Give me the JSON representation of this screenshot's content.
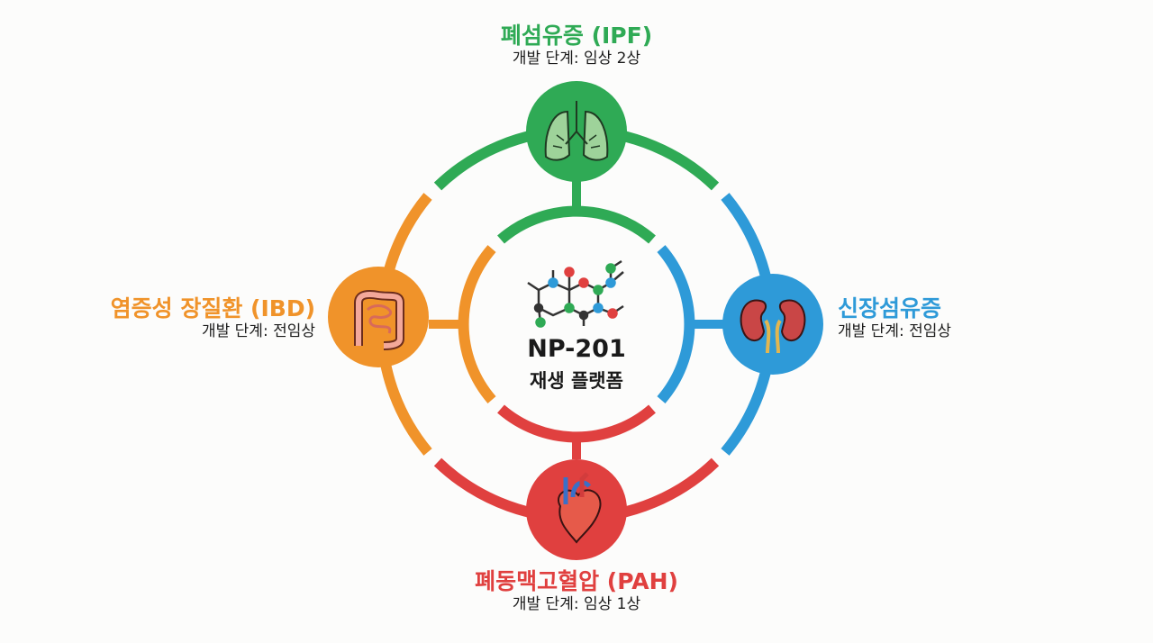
{
  "center": {
    "name": "NP-201",
    "subtitle": "재생 플랫폼",
    "icon": "molecule-icon"
  },
  "nodes": {
    "ipf": {
      "title": "폐섬유증 (IPF)",
      "stage": "개발 단계: 임상 2상",
      "color": "#2faa55",
      "icon": "lungs-icon"
    },
    "kidney": {
      "title": "신장섬유증",
      "stage": "개발 단계: 전임상",
      "color": "#2e9ad8",
      "icon": "kidneys-icon"
    },
    "pah": {
      "title": "폐동맥고혈압 (PAH)",
      "stage": "개발 단계: 임상 1상",
      "color": "#e0403f",
      "icon": "heart-icon"
    },
    "ibd": {
      "title": "염증성 장질환 (IBD)",
      "stage": "개발 단계: 전임상",
      "color": "#f0932a",
      "icon": "intestines-icon"
    }
  }
}
